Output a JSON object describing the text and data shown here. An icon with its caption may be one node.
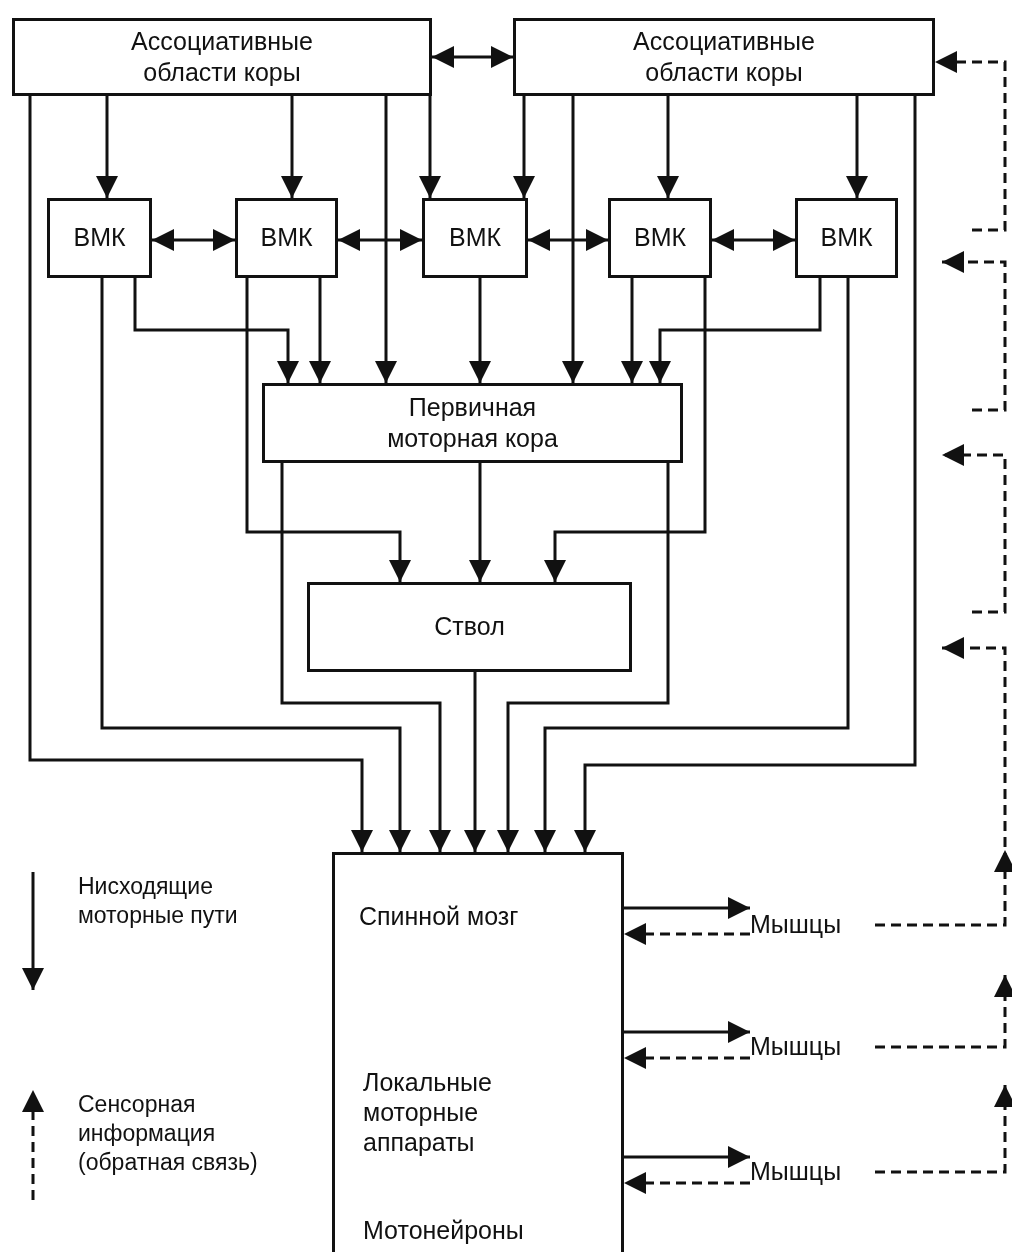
{
  "diagram": {
    "nodes": [
      {
        "text": [
          "Ассоциативные области коры"
        ]
      },
      {
        "text": [
          "Ассоциативные области коры"
        ]
      },
      {
        "text": [
          "ВМК"
        ]
      },
      {
        "text": [
          "ВМК"
        ]
      },
      {
        "text": [
          "ВМК"
        ]
      },
      {
        "text": [
          "ВМК"
        ]
      },
      {
        "text": [
          "ВМК"
        ]
      },
      {
        "text": [
          "Первичная моторная кора"
        ]
      },
      {
        "text": [
          "Ствол"
        ]
      },
      {
        "text": [
          "Спинной мозг",
          "Локальные моторные аппараты",
          "Мотонейроны"
        ]
      },
      {
        "text": [
          "Мышцы"
        ]
      },
      {
        "text": [
          "Мышцы"
        ]
      },
      {
        "text": [
          "Мышцы"
        ]
      }
    ],
    "edges": [
      {
        "from": 0,
        "to": 1,
        "arrow": "both"
      },
      {
        "from": 0,
        "to": 2,
        "arrow": "to"
      },
      {
        "from": 0,
        "to": 3,
        "arrow": "to"
      },
      {
        "from": 0,
        "to": 7,
        "arrow": "to"
      },
      {
        "from": 0,
        "to": 4,
        "arrow": "to"
      },
      {
        "from": 0,
        "to": 9,
        "arrow": "to"
      },
      {
        "from": 1,
        "to": 4,
        "arrow": "to"
      },
      {
        "from": 1,
        "to": 7,
        "arrow": "to"
      },
      {
        "from": 1,
        "to": 5,
        "arrow": "to"
      },
      {
        "from": 1,
        "to": 6,
        "arrow": "to"
      },
      {
        "from": 1,
        "to": 9,
        "arrow": "to"
      },
      {
        "from": 2,
        "to": 3,
        "arrow": "both"
      },
      {
        "from": 3,
        "to": 4,
        "arrow": "both"
      },
      {
        "from": 4,
        "to": 5,
        "arrow": "both"
      },
      {
        "from": 5,
        "to": 6,
        "arrow": "both"
      },
      {
        "from": 2,
        "to": 7,
        "arrow": "to"
      },
      {
        "from": 2,
        "to": 9,
        "arrow": "to"
      },
      {
        "from": 3,
        "to": 8,
        "arrow": "to"
      },
      {
        "from": 3,
        "to": 7,
        "arrow": "to"
      },
      {
        "from": 4,
        "to": 7,
        "arrow": "to"
      },
      {
        "from": 5,
        "to": 7,
        "arrow": "to"
      },
      {
        "from": 5,
        "to": 8,
        "arrow": "to"
      },
      {
        "from": 6,
        "to": 7,
        "arrow": "to"
      },
      {
        "from": 6,
        "to": 9,
        "arrow": "to"
      },
      {
        "from": 7,
        "to": 8,
        "arrow": "to"
      },
      {
        "from": 7,
        "to": 9,
        "arrow": "to"
      },
      {
        "from": 7,
        "to": 9,
        "arrow": "to"
      },
      {
        "from": 8,
        "to": 9,
        "arrow": "to"
      },
      {
        "from": 9,
        "to": 10,
        "arrow": "to"
      },
      {
        "from": 10,
        "to": 9,
        "arrow": "to",
        "style": "dashed"
      },
      {
        "from": 9,
        "to": 11,
        "arrow": "to"
      },
      {
        "from": 11,
        "to": 9,
        "arrow": "to",
        "style": "dashed"
      },
      {
        "from": 9,
        "to": 12,
        "arrow": "to"
      },
      {
        "from": 12,
        "to": 9,
        "arrow": "to",
        "style": "dashed"
      },
      {
        "from": 10,
        "to": null,
        "arrow": "to",
        "style": "dashed"
      },
      {
        "from": 11,
        "to": null,
        "arrow": "to",
        "style": "dashed"
      },
      {
        "from": 12,
        "to": null,
        "arrow": "to",
        "style": "dashed"
      },
      {
        "from": null,
        "to": 1,
        "arrow": "to",
        "style": "dashed"
      }
    ],
    "legend": [
      {
        "text": "Нисходящие моторные пути"
      },
      {
        "text": "Сенсорная информация (обратная связь)"
      }
    ]
  }
}
